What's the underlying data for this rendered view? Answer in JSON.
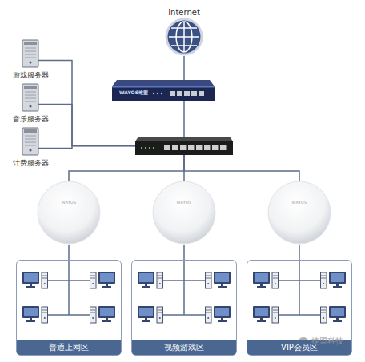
{
  "diagram": {
    "nodes": [
      {
        "text": [
          "Internet"
        ]
      },
      {
        "text": [
          "WAYOS维盟"
        ]
      },
      {
        "text": []
      },
      {
        "text": [
          "游戏服务器"
        ]
      },
      {
        "text": [
          "音乐服务器"
        ]
      },
      {
        "text": [
          "计费服务器"
        ]
      },
      {
        "text": [
          "WAYOS"
        ]
      },
      {
        "text": [
          "WAYOS"
        ]
      },
      {
        "text": [
          "WAYOS"
        ]
      },
      {
        "text": [
          "普通上网区"
        ]
      },
      {
        "text": [
          "视频游戏区"
        ]
      },
      {
        "text": [
          "VIP会员区"
        ]
      }
    ],
    "edges": [
      {
        "from": 0,
        "to": 1,
        "arrow": "none"
      },
      {
        "from": 1,
        "to": 2,
        "arrow": "none"
      },
      {
        "from": 2,
        "to": 3,
        "arrow": "none"
      },
      {
        "from": 2,
        "to": 4,
        "arrow": "none"
      },
      {
        "from": 2,
        "to": 5,
        "arrow": "none"
      },
      {
        "from": 2,
        "to": 6,
        "arrow": "none"
      },
      {
        "from": 2,
        "to": 7,
        "arrow": "none"
      },
      {
        "from": 2,
        "to": 8,
        "arrow": "none"
      },
      {
        "from": 6,
        "to": 9,
        "arrow": "none"
      },
      {
        "from": 7,
        "to": 10,
        "arrow": "none"
      },
      {
        "from": 8,
        "to": 11,
        "arrow": "none"
      }
    ],
    "labels": [
      "捷盟科技"
    ]
  }
}
